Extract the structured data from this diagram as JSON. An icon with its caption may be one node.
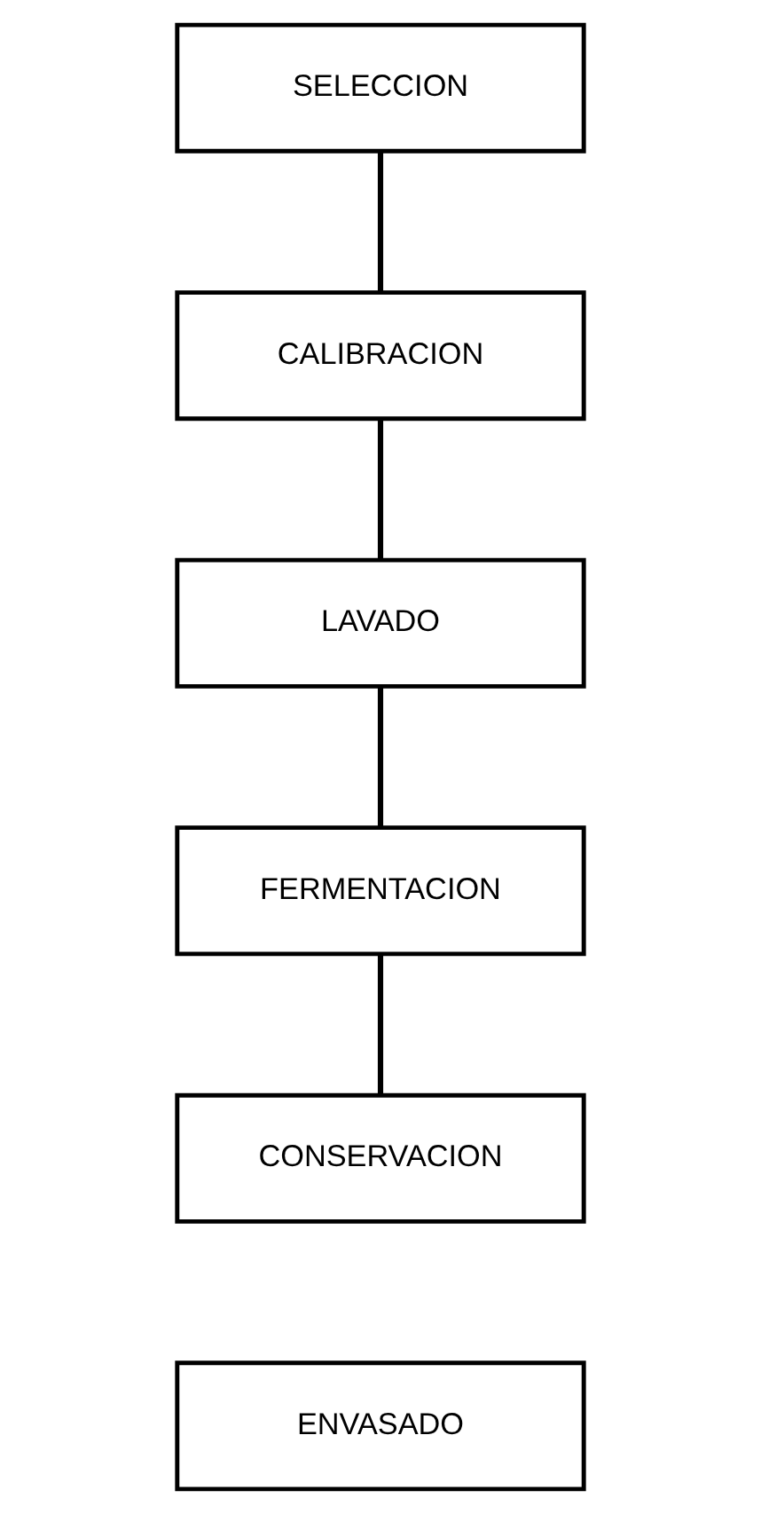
{
  "diagram": {
    "nodes": [
      {
        "text": [
          "SELECCION"
        ]
      },
      {
        "text": [
          "CALIBRACION"
        ]
      },
      {
        "text": [
          "LAVADO"
        ]
      },
      {
        "text": [
          "FERMENTACION"
        ]
      },
      {
        "text": [
          "CONSERVACION"
        ]
      },
      {
        "text": [
          "ENVASADO"
        ]
      }
    ],
    "edges": [
      {
        "from": 0,
        "to": 1,
        "arrow": "none"
      },
      {
        "from": 1,
        "to": 2,
        "arrow": "none"
      },
      {
        "from": 2,
        "to": 3,
        "arrow": "none"
      },
      {
        "from": 3,
        "to": 4,
        "arrow": "none"
      }
    ]
  }
}
